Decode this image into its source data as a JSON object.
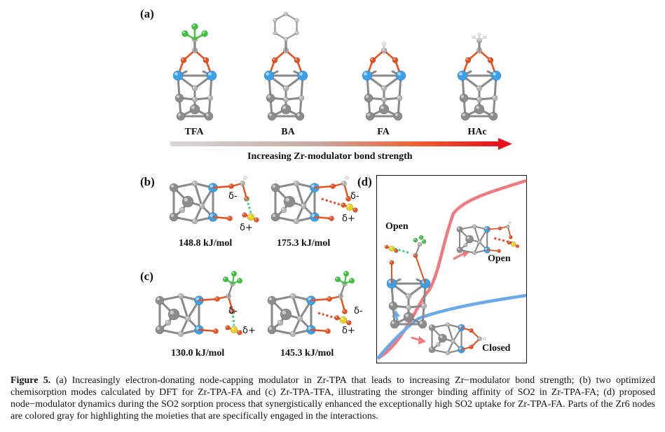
{
  "panels": {
    "a": {
      "label": "(a)",
      "molecules": [
        "TFA",
        "BA",
        "FA",
        "HAc"
      ],
      "arrow_label": "Increasing Zr-modulator bond strength"
    },
    "b": {
      "label": "(b)",
      "energies": [
        "148.8 kJ/mol",
        "175.3 kJ/mol"
      ]
    },
    "c": {
      "label": "(c)",
      "energies": [
        "130.0 kJ/mol",
        "145.3 kJ/mol"
      ]
    },
    "d": {
      "label": "(d)",
      "states": [
        "Open",
        "Open",
        "Closed"
      ]
    }
  },
  "charges": {
    "minus": "δ-",
    "plus": "δ+"
  },
  "caption": {
    "figure_label": "Figure 5.",
    "text": "(a) Increasingly electron-donating node-capping modulator in Zr-TPA that leads to increasing Zr−modulator bond strength; (b) two optimized chemisorption modes calculated by DFT for Zr-TPA-FA and (c) Zr-TPA-TFA, illustrating the stronger binding affinity of SO2 in Zr-TPA-FA; (d) proposed node−modulator dynamics during the SO2 sorption process that synergistically enhanced the exceptionally high SO2 uptake for Zr-TPA-FA. Parts of the Zr6 nodes are colored gray for highlighting the moieties that are specifically engaged in the interactions."
  },
  "colors": {
    "zr": "#3aa0e8",
    "oxygen": "#e8501e",
    "fluorine": "#3cc43c",
    "sulfur": "#e8d21e",
    "carbon": "#9a9a9a",
    "node_gray": "#8c8c8c",
    "curve_red": "#f07a80",
    "curve_blue": "#6aaae8",
    "arrow_red": "#e8102a"
  }
}
